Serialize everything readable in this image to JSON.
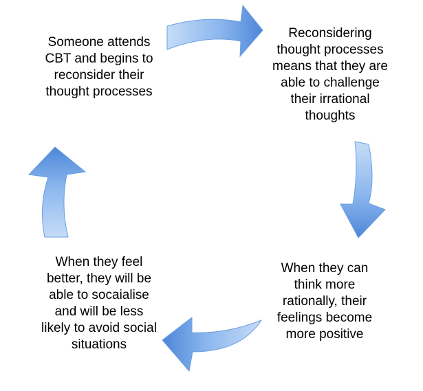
{
  "diagram": {
    "steps": [
      {
        "lines": [
          "Someone attends",
          "CBT and begins to",
          "reconsider their",
          "thought processes"
        ]
      },
      {
        "lines": [
          "Reconsidering",
          "thought processes",
          "means that they are",
          "able to challenge",
          "their irrational",
          "thoughts"
        ]
      },
      {
        "lines": [
          "When they can",
          "think more",
          "rationally, their",
          "feelings become",
          "more positive"
        ]
      },
      {
        "lines": [
          "When they feel",
          "better, they will be",
          "able to socaialise",
          "and will be less",
          "likely to avoid social",
          "situations"
        ]
      }
    ],
    "arrows": [
      {
        "name": "arrow-top-right-icon",
        "direction": "right"
      },
      {
        "name": "arrow-right-down-icon",
        "direction": "down"
      },
      {
        "name": "arrow-bottom-left-icon",
        "direction": "left"
      },
      {
        "name": "arrow-left-up-icon",
        "direction": "up"
      }
    ],
    "colors": {
      "arrow_light": "#c6dcf7",
      "arrow_mid": "#8cb7ee",
      "arrow_dark": "#4d86d8",
      "arrow_edge": "#6a9ee2",
      "text": "#000000",
      "background": "#ffffff"
    }
  }
}
